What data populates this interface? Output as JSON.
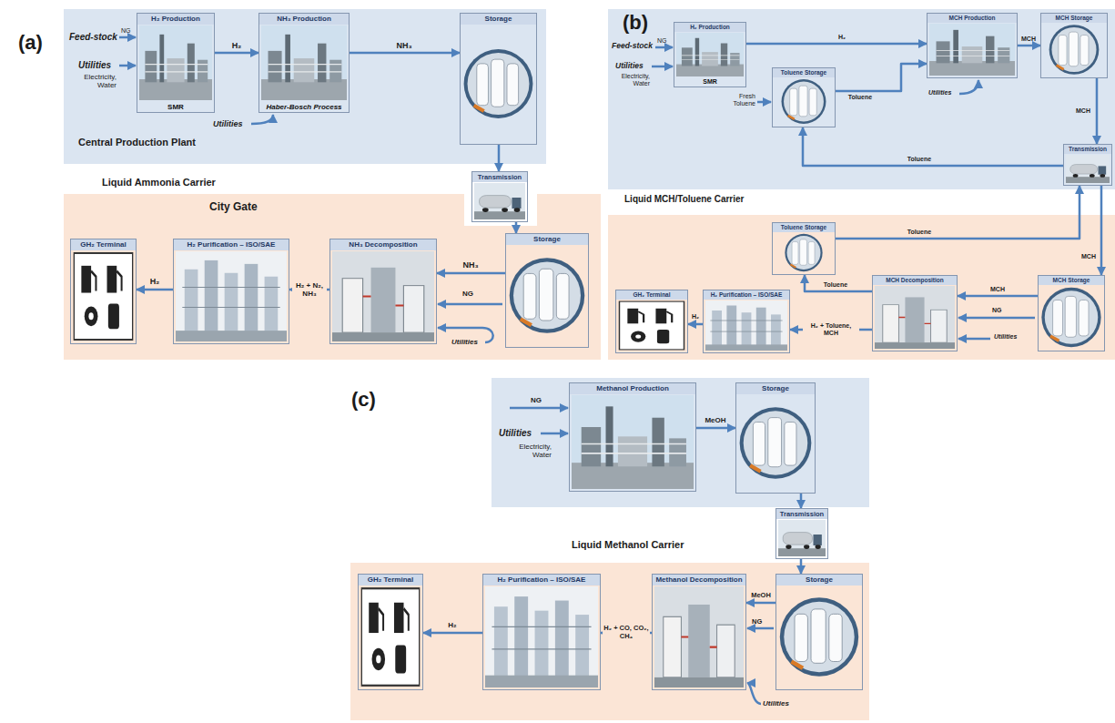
{
  "diagram": {
    "nodes": [
      {
        "text": [
          "Central Production Plant"
        ]
      },
      {
        "text": [
          "H₂ Production",
          "SMR"
        ],
        "in": 0
      },
      {
        "text": [
          "NH₃ Production",
          "Haber-Bosch Process"
        ],
        "in": 0
      },
      {
        "text": [
          "Storage"
        ],
        "in": 0
      },
      {
        "text": [
          "Transmission"
        ]
      },
      {
        "text": [
          "City Gate"
        ]
      },
      {
        "text": [
          "Storage"
        ],
        "in": 5
      },
      {
        "text": [
          "NH₃ Decomposition"
        ],
        "in": 5
      },
      {
        "text": [
          "H₂ Purification – ISO/SAE"
        ],
        "in": 5
      },
      {
        "text": [
          "GH₂ Terminal"
        ],
        "in": 5
      },
      {
        "text": [
          "H₂ Production",
          "SMR"
        ]
      },
      {
        "text": [
          "Toluene Storage"
        ]
      },
      {
        "text": [
          "MCH Production"
        ]
      },
      {
        "text": [
          "MCH Storage"
        ]
      },
      {
        "text": [
          "Transmission"
        ]
      },
      {
        "text": [
          "Toluene Storage"
        ]
      },
      {
        "text": [
          "MCH Storage"
        ]
      },
      {
        "text": [
          "MCH Decomposition"
        ]
      },
      {
        "text": [
          "H₂ Purification – ISO/SAE"
        ]
      },
      {
        "text": [
          "GH₂ Terminal"
        ]
      },
      {
        "text": [
          "Methanol Production"
        ]
      },
      {
        "text": [
          "Storage"
        ]
      },
      {
        "text": [
          "Transmission"
        ]
      },
      {
        "text": [
          "Storage"
        ]
      },
      {
        "text": [
          "Methanol Decomposition"
        ]
      },
      {
        "text": [
          "H₂ Purification – ISO/SAE"
        ]
      },
      {
        "text": [
          "GH₂ Terminal"
        ]
      }
    ],
    "edges": [
      {
        "from": 1,
        "to": 2,
        "label": "H₂",
        "arrow": "to"
      },
      {
        "from": 2,
        "to": 3,
        "label": "NH₃",
        "arrow": "to"
      },
      {
        "from": 3,
        "to": 4,
        "arrow": "to"
      },
      {
        "from": 4,
        "to": 6,
        "arrow": "to"
      },
      {
        "from": 6,
        "to": 7,
        "label": "NH₃",
        "arrow": "to"
      },
      {
        "from": 7,
        "to": 8,
        "label": "H₂ + N₂, NH₃",
        "arrow": "to"
      },
      {
        "from": 8,
        "to": 9,
        "label": "H₂",
        "arrow": "to"
      },
      {
        "from": 10,
        "to": 12,
        "label": "H₂",
        "arrow": "to"
      },
      {
        "from": 11,
        "to": 12,
        "label": "Toluene",
        "arrow": "to"
      },
      {
        "from": 12,
        "to": 13,
        "label": "MCH",
        "arrow": "to"
      },
      {
        "from": 13,
        "to": 14,
        "label": "MCH",
        "arrow": "to"
      },
      {
        "from": 14,
        "to": 11,
        "label": "Toluene",
        "arrow": "to"
      },
      {
        "from": 15,
        "to": 14,
        "label": "Toluene",
        "arrow": "to"
      },
      {
        "from": 14,
        "to": 16,
        "label": "MCH",
        "arrow": "to"
      },
      {
        "from": 16,
        "to": 17,
        "label": "MCH",
        "arrow": "to"
      },
      {
        "from": 17,
        "to": 15,
        "label": "Toluene",
        "arrow": "to"
      },
      {
        "from": 17,
        "to": 18,
        "label": "H₂ + Toluene, MCH",
        "arrow": "to"
      },
      {
        "from": 18,
        "to": 19,
        "label": "H₂",
        "arrow": "to"
      },
      {
        "from": 20,
        "to": 21,
        "label": "MeOH",
        "arrow": "to"
      },
      {
        "from": 21,
        "to": 22,
        "arrow": "to"
      },
      {
        "from": 22,
        "to": 23,
        "arrow": "to"
      },
      {
        "from": 23,
        "to": 24,
        "label": "MeOH",
        "arrow": "to"
      },
      {
        "from": 24,
        "to": 25,
        "label": "H₂ + CO, CO₂, CH₄",
        "arrow": "to"
      },
      {
        "from": 25,
        "to": 26,
        "label": "H₂",
        "arrow": "to"
      }
    ],
    "labels": [
      "(a)",
      "Feed-stock",
      "NG",
      "Utilities",
      "Electricity, Water",
      "Utilities",
      "Liquid Ammonia Carrier",
      "NG",
      "Utilities",
      "(b)",
      "Feed-stock",
      "NG",
      "Utilities",
      "Electricity, Water",
      "Fresh Toluene",
      "Utilities",
      "Liquid MCH/Toluene Carrier",
      "NG",
      "Utilities",
      "(c)",
      "NG",
      "Utilities",
      "Electricity, Water",
      "Liquid Methanol Carrier",
      "NG",
      "Utilities"
    ]
  }
}
